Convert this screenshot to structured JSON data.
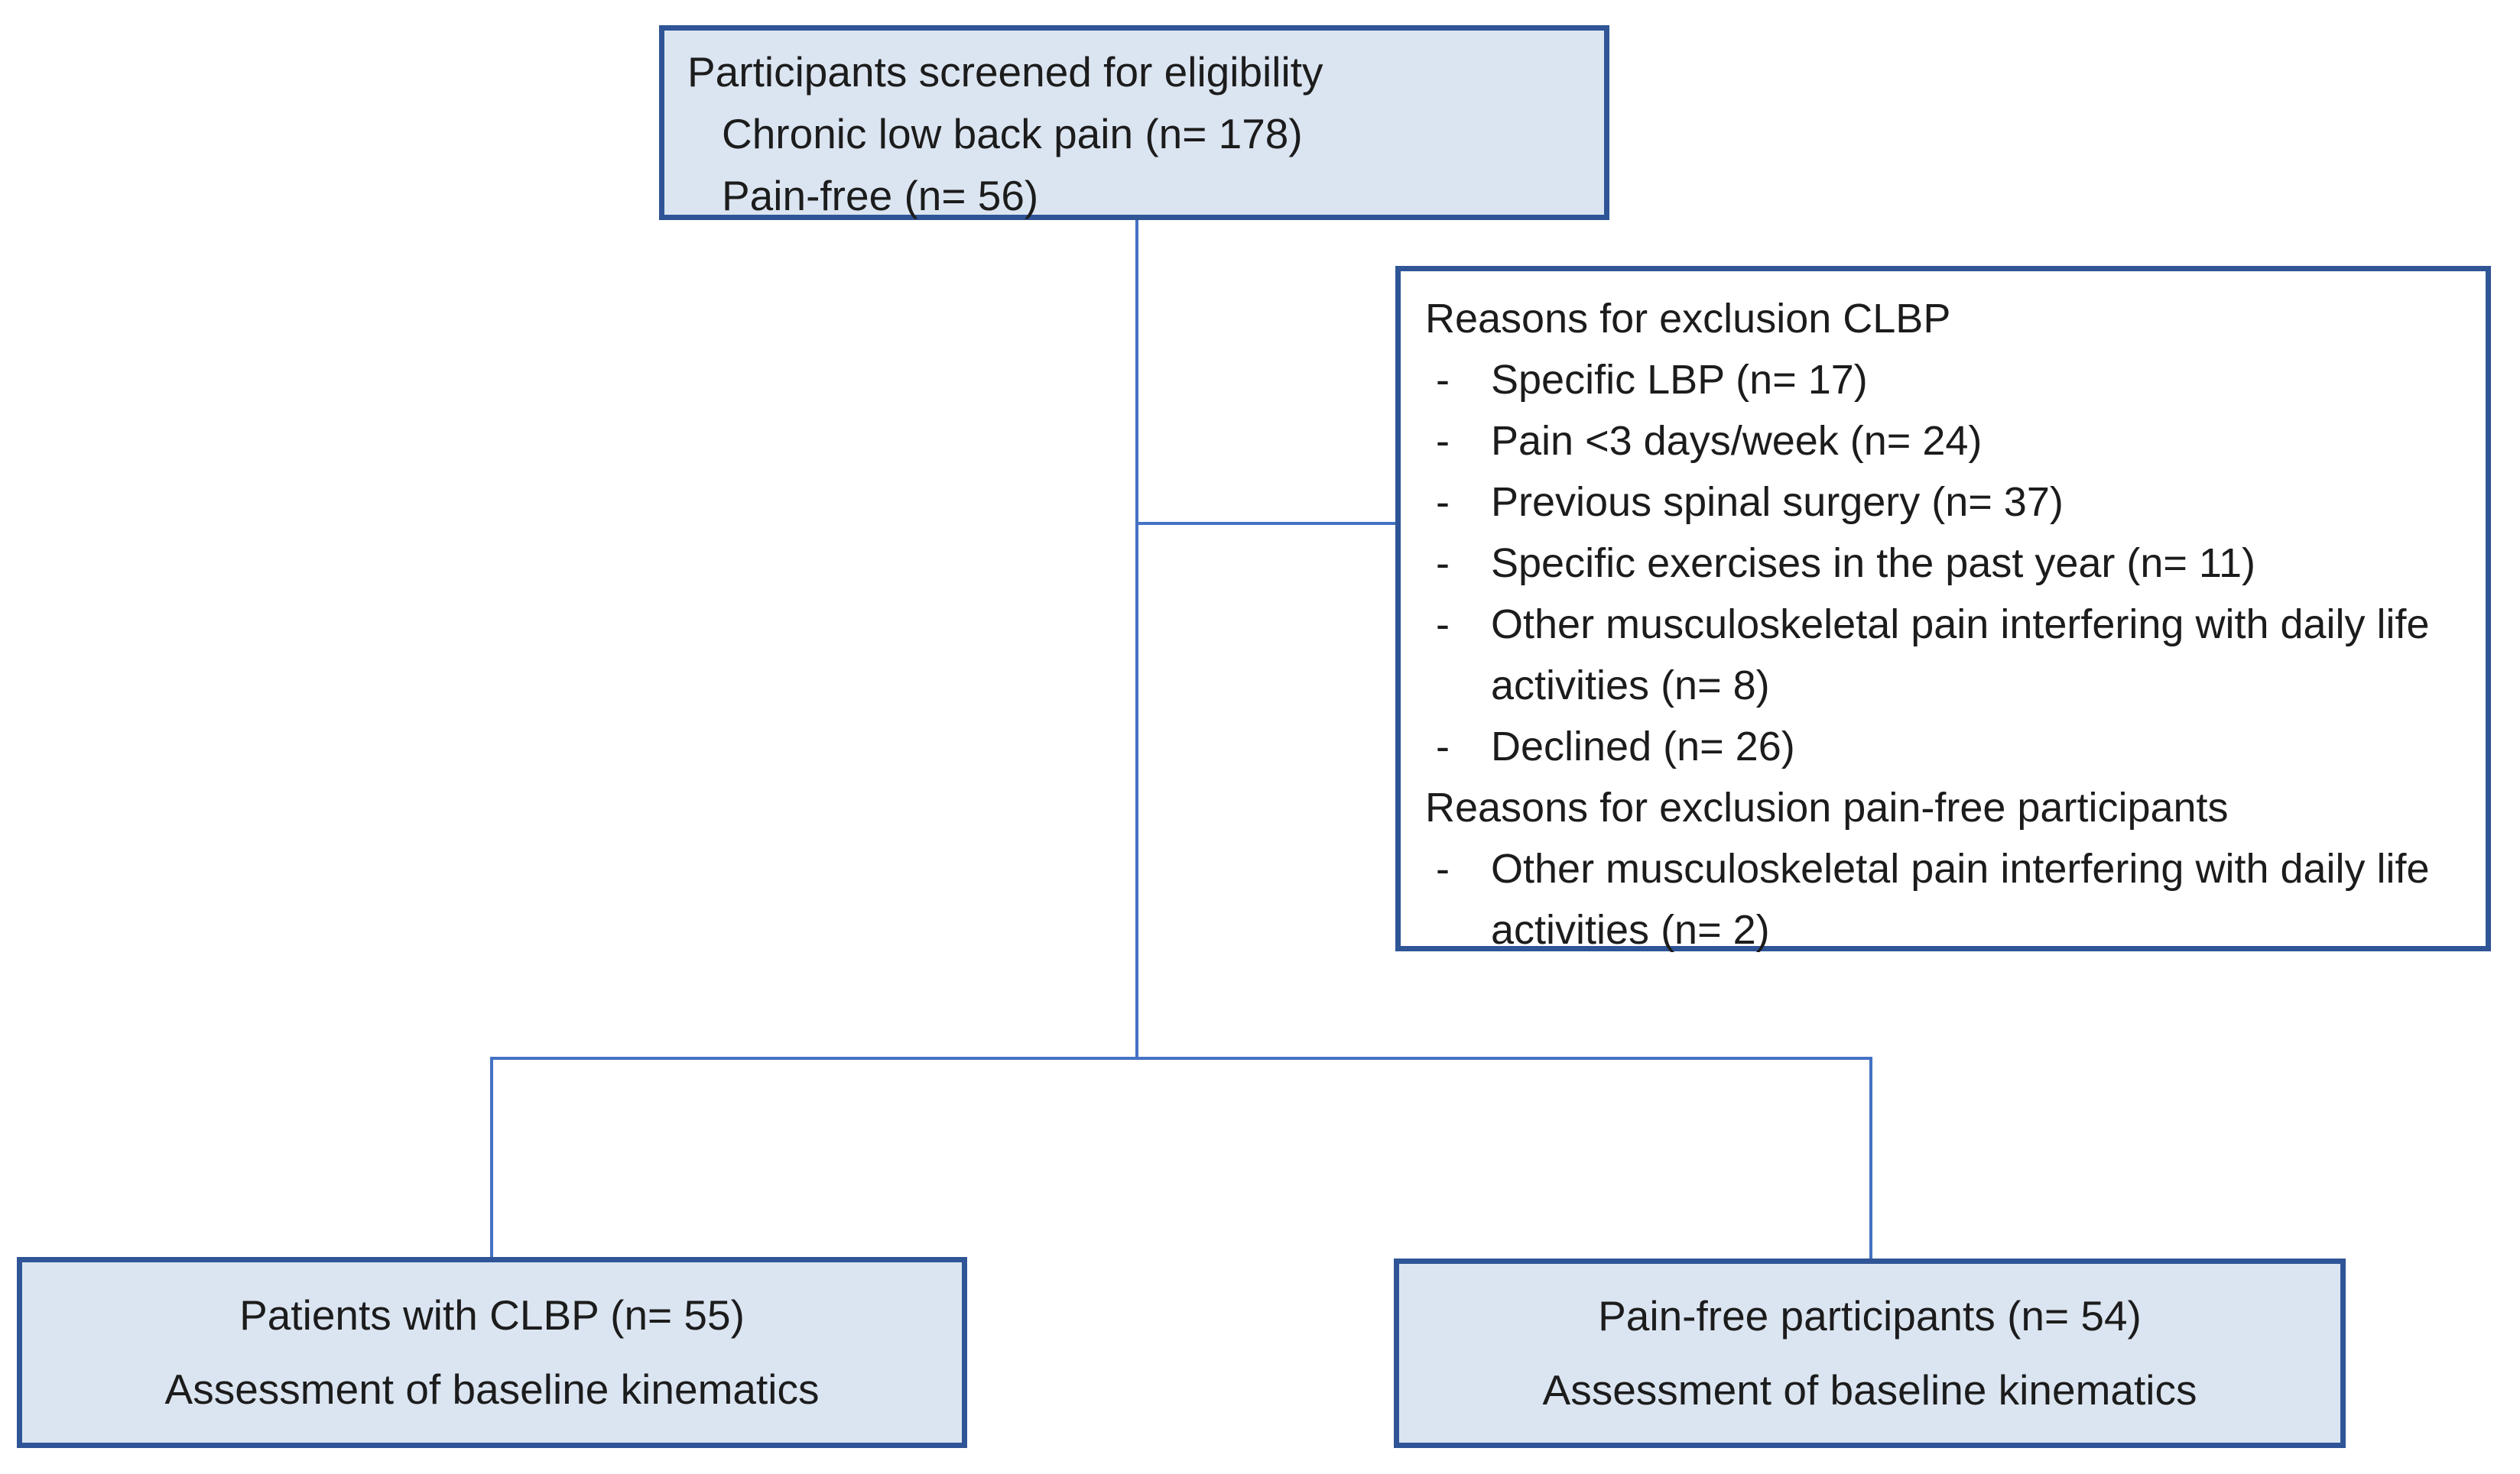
{
  "diagram_title": "Participant screening flow diagram",
  "bullet": "-",
  "colors": {
    "box_fill": "#dbe5f1",
    "box_border": "#2f5597",
    "connector": "#4472c4",
    "exclusion_fill": "#ffffff",
    "text": "#1c1c1c"
  },
  "screening_box": {
    "lines": [
      "Participants screened for eligibility",
      "Chronic low back pain (n= 178)",
      "Pain-free (n= 56)"
    ]
  },
  "exclusion_box": {
    "clbp_header": "Reasons for exclusion CLBP",
    "clbp_items": [
      "Specific LBP (n= 17)",
      "Pain <3 days/week (n= 24)",
      "Previous spinal surgery (n= 37)",
      "Specific exercises in the past year (n= 11)",
      "Other musculoskeletal pain interfering with daily life activities (n= 8)",
      "Declined (n= 26)"
    ],
    "painfree_header": "Reasons for exclusion pain-free participants",
    "painfree_items": [
      "Other musculoskeletal pain interfering with daily life activities (n= 2)"
    ]
  },
  "clbp_box": {
    "lines": [
      "Patients with CLBP (n= 55)",
      "Assessment of baseline kinematics"
    ]
  },
  "painfree_box": {
    "lines": [
      "Pain-free participants (n= 54)",
      "Assessment of baseline kinematics"
    ]
  }
}
